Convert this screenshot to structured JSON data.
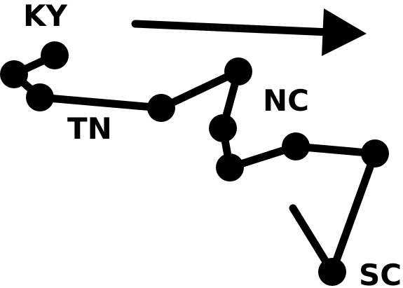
{
  "labels": {
    "ky": "KY",
    "tn": "TN",
    "nc": "NC",
    "sc": "SC"
  },
  "colors": {
    "ink": "#000000",
    "background": "#ffffff"
  },
  "direction_arrow": {
    "icon": "right-arrow-icon"
  }
}
